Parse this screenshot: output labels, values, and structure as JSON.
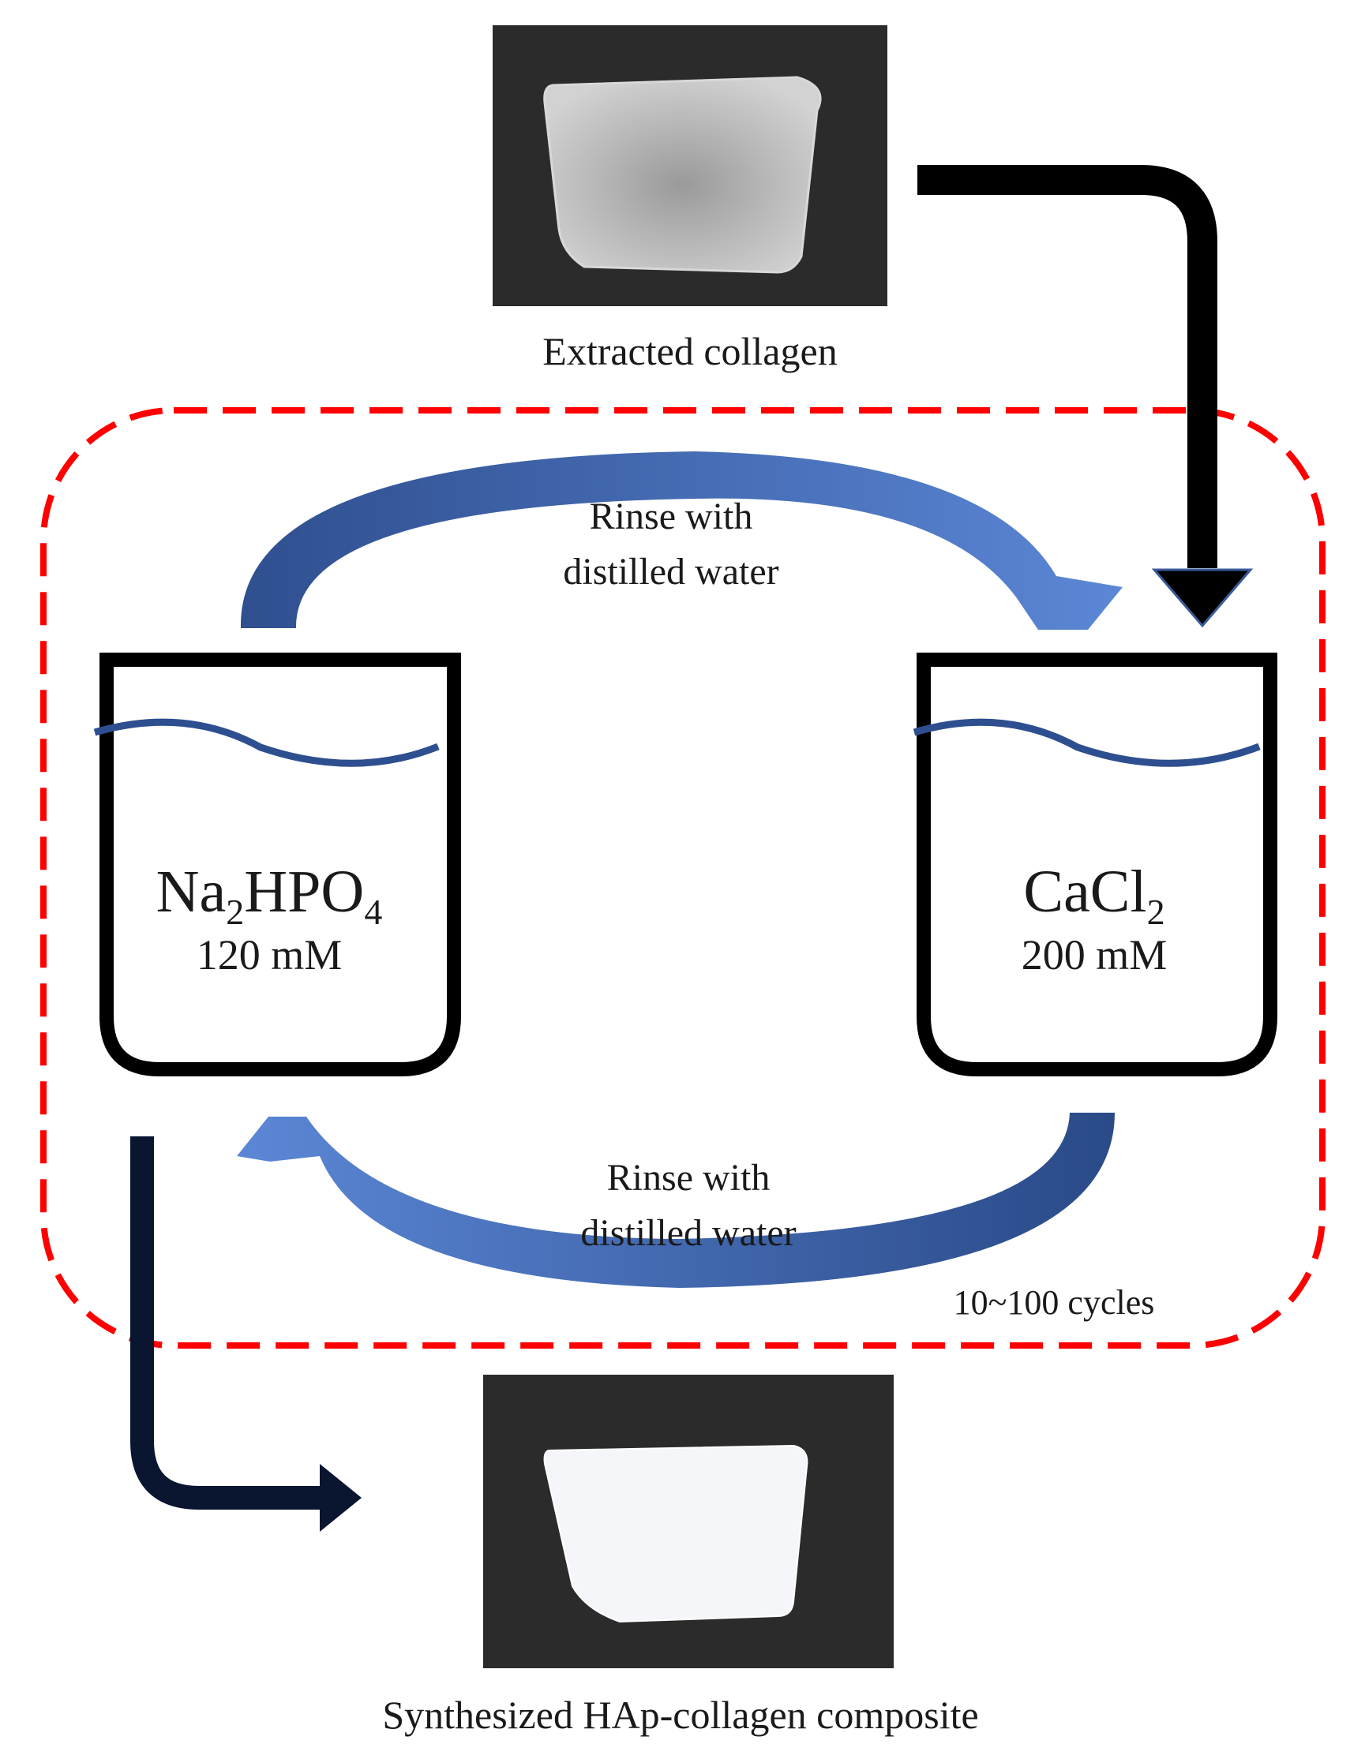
{
  "top_photo": {
    "caption": "Extracted collagen",
    "tone": "#bdbdbd"
  },
  "bottom_photo": {
    "caption": "Synthesized HAp-collagen composite",
    "tone": "#f4f6f9"
  },
  "cycle": {
    "label": "10~100 cycles",
    "border_color": "#ff0000",
    "rinse_top": {
      "line1": "Rinse with",
      "line2": "distilled water"
    },
    "rinse_bottom": {
      "line1": "Rinse with",
      "line2": "distilled water"
    }
  },
  "beakers": {
    "left": {
      "formula_main": "Na",
      "formula_sub1": "2",
      "formula_mid": "HPO",
      "formula_sub2": "4",
      "concentration": "120 mM"
    },
    "right": {
      "formula_main": "CaCl",
      "formula_sub1": "2",
      "concentration": "200 mM"
    }
  },
  "colors": {
    "arrow_blue": "#4472c4",
    "arrow_blue_dark": "#2f4f8f",
    "arrow_black": "#000000",
    "liquid_line": "#2e4f8f",
    "photo_bg": "#2b2b2b"
  }
}
